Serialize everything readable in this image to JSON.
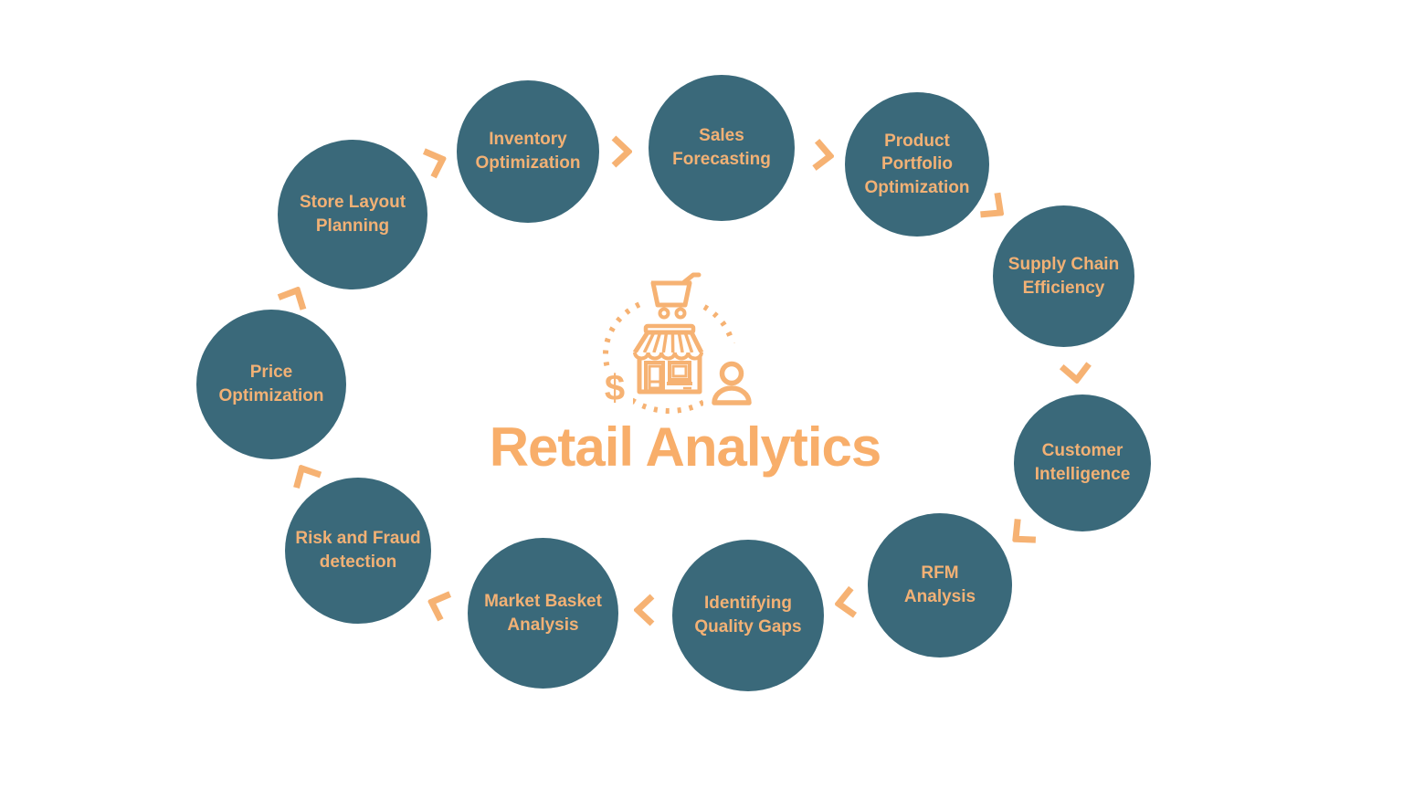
{
  "title": "Retail Analytics",
  "colors": {
    "background": "#FFFFFF",
    "node_fill": "#3A697A",
    "node_text": "#F2B175",
    "arrow_orange": "#F6B273",
    "title_orange": "#F8AE6A"
  },
  "center_icon": {
    "name": "retail-store-illustration",
    "dollar_symbol": "$",
    "parts": [
      "dotted-circle",
      "shopping-cart",
      "storefront",
      "dollar-sign",
      "person"
    ]
  },
  "cycle": {
    "direction": "clockwise",
    "items": [
      {
        "label": "Inventory Optimization",
        "lines": [
          "Inventory",
          "Optimization"
        ]
      },
      {
        "label": "Sales Forecasting",
        "lines": [
          "Sales",
          "Forecasting"
        ]
      },
      {
        "label": "Product Portfolio Optimization",
        "lines": [
          "Product",
          "Portfolio",
          "Optimization"
        ]
      },
      {
        "label": "Supply Chain Efficiency",
        "lines": [
          "Supply Chain",
          "Efficiency"
        ]
      },
      {
        "label": "Customer Intelligence",
        "lines": [
          "Customer",
          "Intelligence"
        ]
      },
      {
        "label": "RFM Analysis",
        "lines": [
          "RFM",
          "Analysis"
        ]
      },
      {
        "label": "Identifying Quality Gaps",
        "lines": [
          "Identifying",
          "Quality Gaps"
        ]
      },
      {
        "label": "Market Basket Analysis",
        "lines": [
          "Market Basket",
          "Analysis"
        ]
      },
      {
        "label": "Risk and Fraud detection",
        "lines": [
          "Risk and Fraud",
          "detection"
        ]
      },
      {
        "label": "Price Optimization",
        "lines": [
          "Price",
          "Optimization"
        ]
      },
      {
        "label": "Store Layout Planning",
        "lines": [
          "Store Layout",
          "Planning"
        ]
      }
    ]
  }
}
